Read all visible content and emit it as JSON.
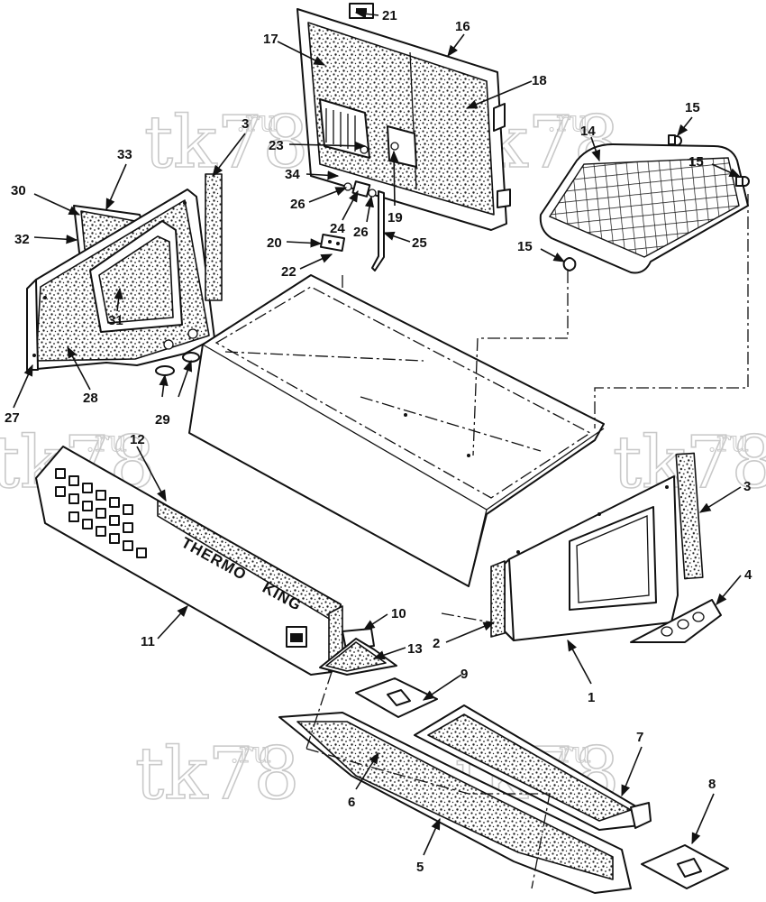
{
  "watermark": {
    "main": "tk78",
    "suffix": ".ru"
  },
  "brand_text": {
    "line1": "THERMO",
    "line2": "KING"
  },
  "callouts": {
    "n1": "1",
    "n2": "2",
    "n3a": "3",
    "n3b": "3",
    "n4": "4",
    "n5": "5",
    "n6": "6",
    "n7": "7",
    "n8": "8",
    "n9": "9",
    "n10": "10",
    "n11": "11",
    "n12": "12",
    "n13": "13",
    "n14": "14",
    "n15a": "15",
    "n15b": "15",
    "n15c": "15",
    "n16": "16",
    "n17": "17",
    "n18": "18",
    "n19": "19",
    "n20": "20",
    "n21": "21",
    "n22": "22",
    "n23": "23",
    "n24": "24",
    "n25": "25",
    "n26a": "26",
    "n26b": "26",
    "n27": "27",
    "n28": "28",
    "n29": "29",
    "n30": "30",
    "n31": "31",
    "n32": "32",
    "n33": "33",
    "n34": "34"
  }
}
